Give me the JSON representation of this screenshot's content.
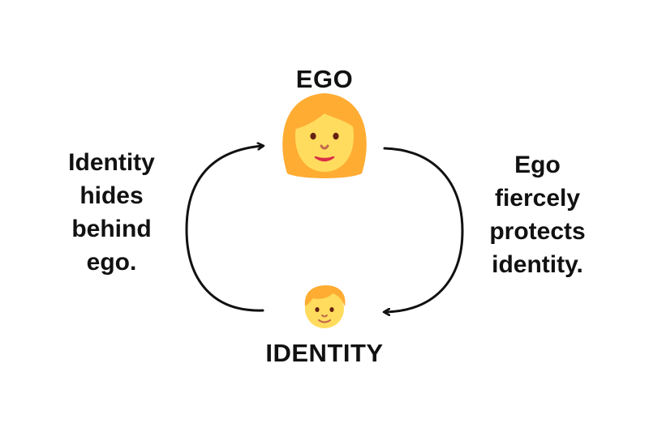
{
  "nodes": {
    "ego": {
      "label": "EGO",
      "icon": "woman-face-icon"
    },
    "identity": {
      "label": "IDENTITY",
      "icon": "child-face-icon"
    }
  },
  "edges": {
    "left": {
      "from": "IDENTITY",
      "to": "EGO",
      "lines": [
        "Identity",
        "hides",
        "behind",
        "ego."
      ]
    },
    "right": {
      "from": "EGO",
      "to": "IDENTITY",
      "lines": [
        "Ego",
        "fiercely",
        "protects",
        "identity."
      ]
    }
  },
  "colors": {
    "text": "#111111",
    "arrow": "#111111",
    "hair": "#FFAC33",
    "skin": "#FFDC5D",
    "nose": "#C1694F",
    "mouth": "#DA2F47",
    "eyes": "#662113"
  }
}
